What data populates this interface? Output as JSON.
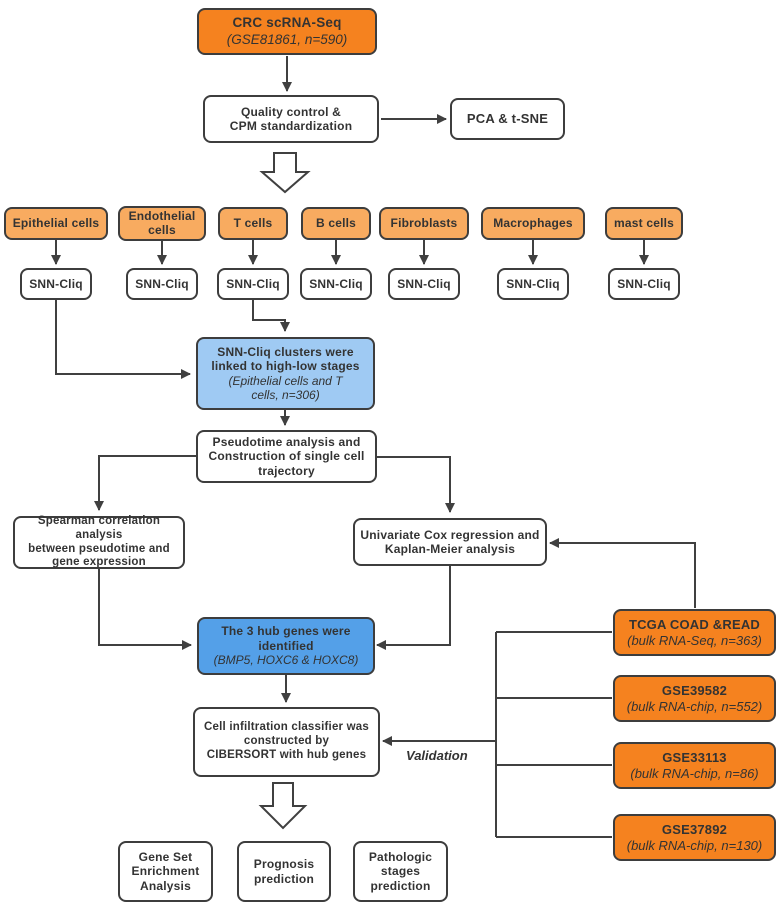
{
  "colors": {
    "orange_dark": "#F5821F",
    "orange_light": "#F8AB60",
    "blue_light": "#9FCAF3",
    "blue_medium": "#54A0E8",
    "line": "#404040"
  },
  "nodes": {
    "source": {
      "title": "CRC scRNA-Seq",
      "subtitle": "(GSE81861, n=590)"
    },
    "qc": {
      "title": "Quality control &\nCPM standardization"
    },
    "pca": {
      "title": "PCA & t-SNE"
    },
    "snn_label": "SNN-Cliq",
    "cluster": {
      "title": "SNN-Cliq clusters were\nlinked to high-low stages",
      "subtitle": "(Epithelial cells and T\ncells, n=306)"
    },
    "pseudotime": {
      "title": "Pseudotime analysis and\nConstruction of single cell\ntrajectory"
    },
    "spearman": {
      "title": "Spearman correlation analysis\nbetween pseudotime and\ngene expression"
    },
    "cox": {
      "title": "Univariate Cox regression and\nKaplan-Meier analysis"
    },
    "hub": {
      "title": "The 3 hub genes were\nidentified",
      "subtitle": "(BMP5, HOXC6 & HOXC8)"
    },
    "cibersort": {
      "title": "Cell infiltration classifier was\nconstructed by\nCIBERSORT with hub genes"
    },
    "validation": "Validation"
  },
  "cell_types": [
    {
      "label": "Epithelial cells"
    },
    {
      "label": "Endothelial\ncells"
    },
    {
      "label": "T cells"
    },
    {
      "label": "B cells"
    },
    {
      "label": "Fibroblasts"
    },
    {
      "label": "Macrophages"
    },
    {
      "label": "mast cells"
    }
  ],
  "datasets": [
    {
      "title": "TCGA COAD &READ",
      "subtitle": "(bulk RNA-Seq, n=363)"
    },
    {
      "title": "GSE39582",
      "subtitle": "(bulk RNA-chip, n=552)"
    },
    {
      "title": "GSE33113",
      "subtitle": "(bulk RNA-chip, n=86)"
    },
    {
      "title": "GSE37892",
      "subtitle": "(bulk RNA-chip, n=130)"
    }
  ],
  "outputs": [
    {
      "label": "Gene Set\nEnrichment\nAnalysis"
    },
    {
      "label": "Prognosis\nprediction"
    },
    {
      "label": "Pathologic\nstages\nprediction"
    }
  ]
}
